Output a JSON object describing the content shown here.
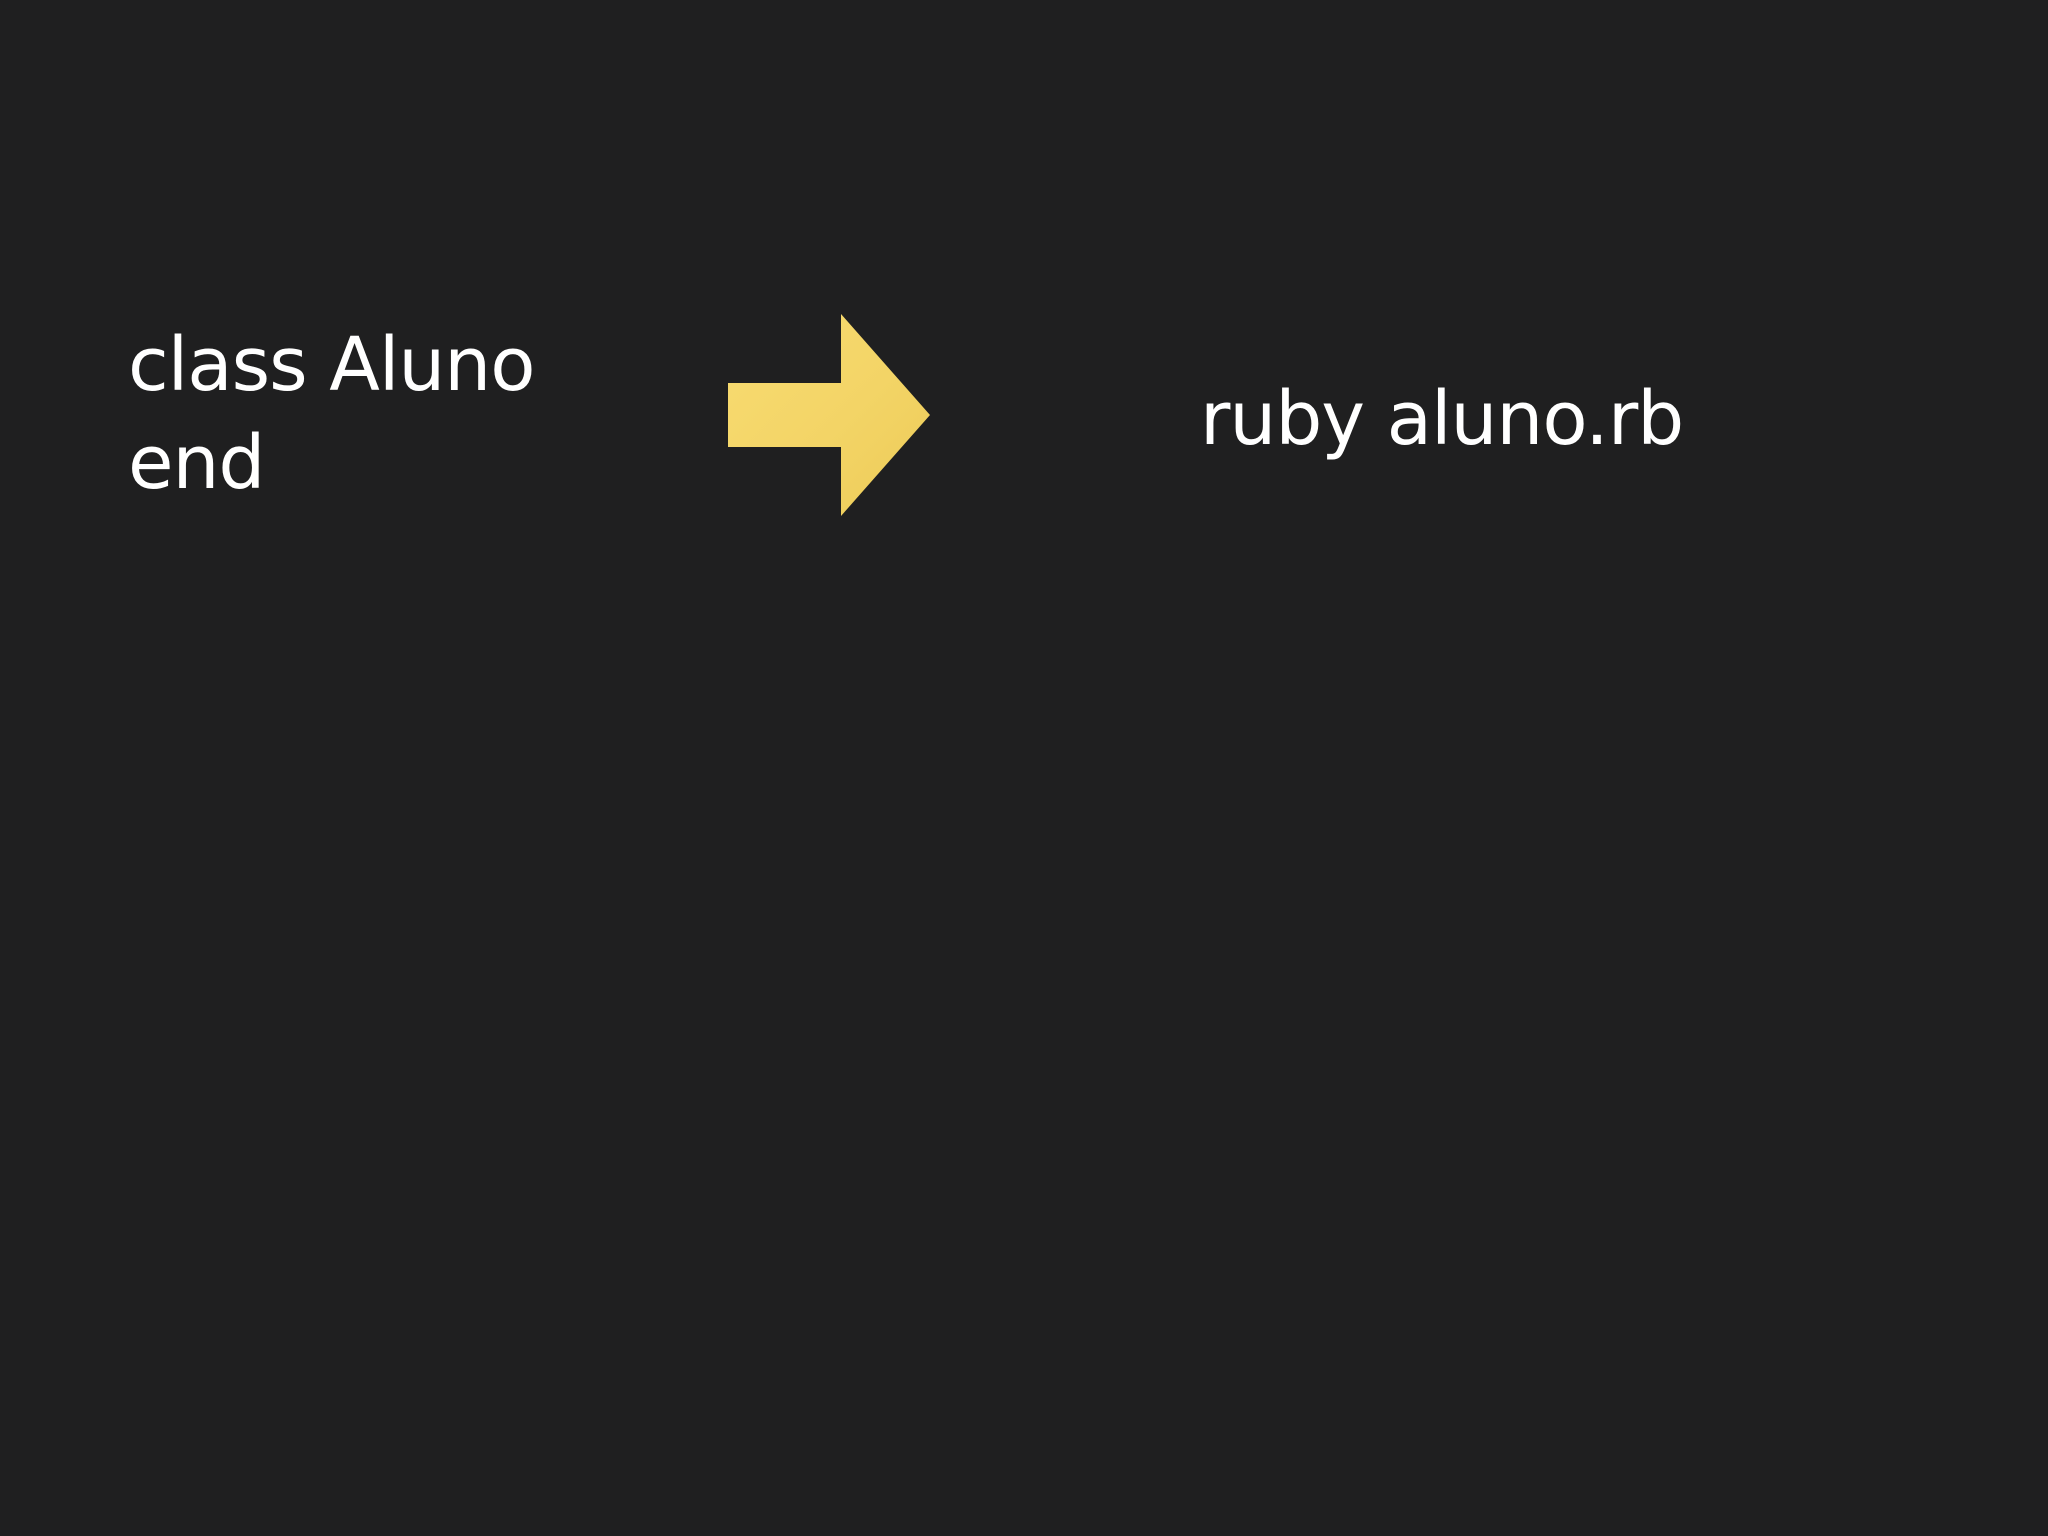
{
  "slide": {
    "code_lines": [
      "class Aluno",
      "end"
    ],
    "command": "ruby aluno.rb",
    "arrow_icon": "right-arrow-icon",
    "colors": {
      "background": "#1f1f20",
      "text": "#ffffff",
      "arrow_light": "#f8dc72",
      "arrow_dark": "#edcb57"
    }
  }
}
